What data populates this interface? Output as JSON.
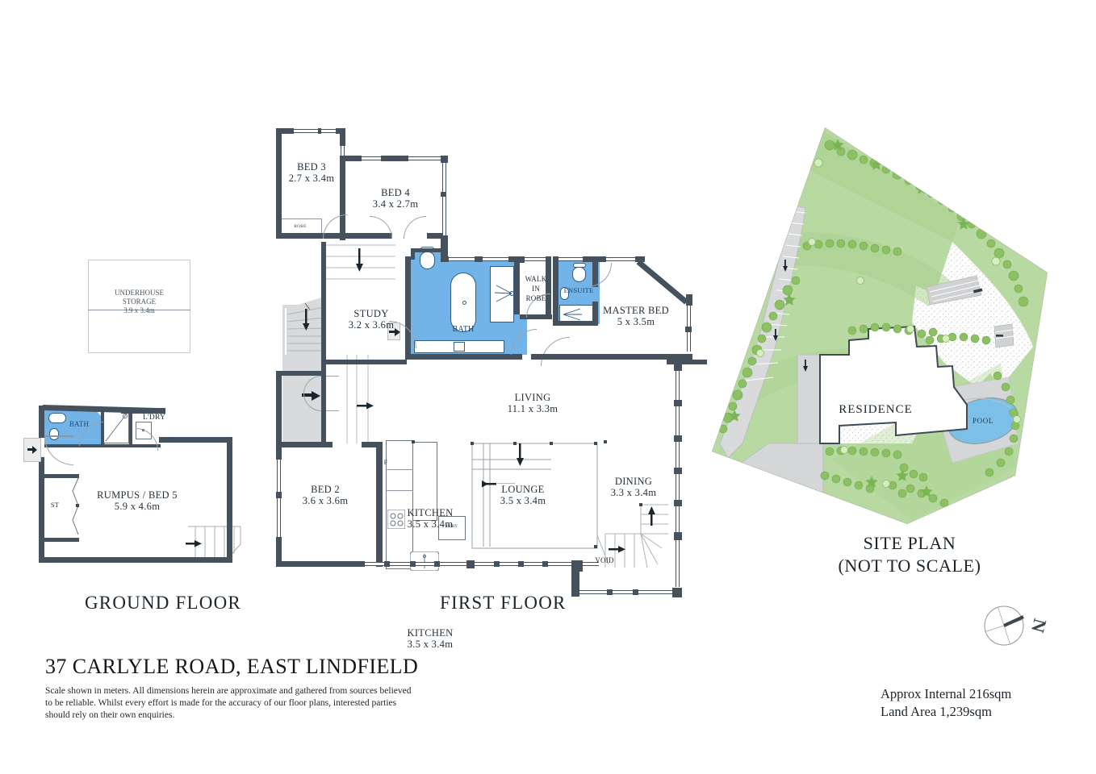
{
  "document": {
    "address": "37 CARLYLE ROAD, EAST LINDFIELD",
    "disclaimer": "Scale shown in meters. All dimensions herein are approximate and gathered from sources believed to be  reliable. Whilst every effort is made for the accuracy of our floor plans, interested parties should rely on their own enquiries.",
    "approx_internal": "Approx Internal 216sqm",
    "land_area": "Land Area 1,239sqm"
  },
  "colors": {
    "wall": "#45525e",
    "wet_area": "#72b3e8",
    "lawn": "#b9d9a2",
    "planting": "#8cc063",
    "paving": "#d4d6d8",
    "pool": "#7cc0e8",
    "paper": "#ffffff"
  },
  "ground_floor": {
    "title": "GROUND FLOOR",
    "rooms": [
      {
        "name": "BATH",
        "dim": ""
      },
      {
        "name": "L'DRY",
        "dim": ""
      },
      {
        "name": "ST",
        "dim": ""
      },
      {
        "name": "RUMPUS / BED 5",
        "dim": "5.9 x 4.6m"
      }
    ]
  },
  "underhouse": {
    "name": "UNDERHOUSE",
    "name2": "STORAGE",
    "dim": "3.9 x 3.4m"
  },
  "first_floor": {
    "title": "FIRST FLOOR",
    "rooms": [
      {
        "name": "BED 3",
        "dim": "2.7 x 3.4m"
      },
      {
        "name": "BED 4",
        "dim": "3.4 x 2.7m"
      },
      {
        "name": "STUDY",
        "dim": "3.2 x 3.6m"
      },
      {
        "name": "BATH",
        "dim": ""
      },
      {
        "name": "WALK IN ROBE",
        "dim": ""
      },
      {
        "name": "ENSUITE",
        "dim": ""
      },
      {
        "name": "MASTER BED",
        "dim": "5 x 3.5m"
      },
      {
        "name": "LIVING",
        "dim": "11.1 x 3.3m"
      },
      {
        "name": "BED 2",
        "dim": "3.6 x 3.6m"
      },
      {
        "name": "KITCHEN",
        "dim": "3.5 x 3.4m"
      },
      {
        "name": "LOUNGE",
        "dim": "3.5 x 3.4m"
      },
      {
        "name": "DINING",
        "dim": "3.3 x 3.4m"
      },
      {
        "name": "VOID",
        "dim": ""
      }
    ],
    "small_labels": {
      "robe": "ROBE",
      "fridge": "F",
      "pantry": "PTRY",
      "walk_in_1": "WALK",
      "walk_in_2": "IN",
      "walk_in_3": "ROBE",
      "ensuite": "ENSUITE",
      "void": "VOID"
    }
  },
  "site_plan": {
    "title_line1": "SITE PLAN",
    "title_line2": "(NOT TO SCALE)",
    "residence_label": "RESIDENCE",
    "pool_label": "POOL",
    "compass_label": "N"
  }
}
